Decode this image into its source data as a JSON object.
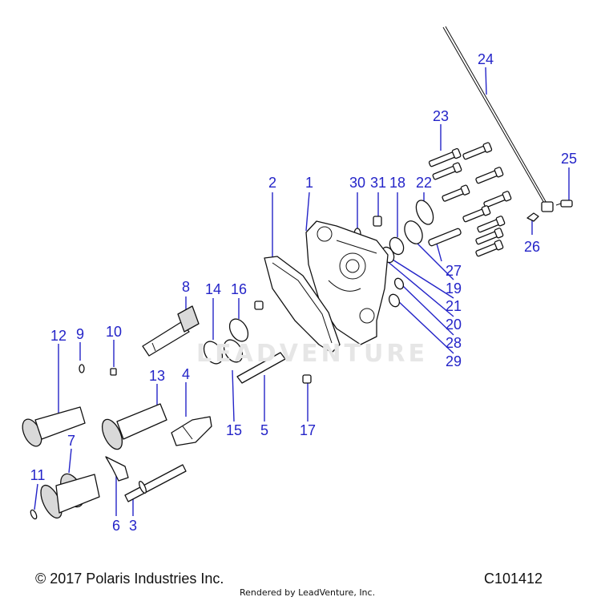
{
  "callouts": [
    {
      "id": "1",
      "label": "1"
    },
    {
      "id": "2",
      "label": "2"
    },
    {
      "id": "3",
      "label": "3"
    },
    {
      "id": "4",
      "label": "4"
    },
    {
      "id": "5",
      "label": "5"
    },
    {
      "id": "6",
      "label": "6"
    },
    {
      "id": "7",
      "label": "7"
    },
    {
      "id": "8",
      "label": "8"
    },
    {
      "id": "9",
      "label": "9"
    },
    {
      "id": "10",
      "label": "10"
    },
    {
      "id": "11",
      "label": "11"
    },
    {
      "id": "12",
      "label": "12"
    },
    {
      "id": "13",
      "label": "13"
    },
    {
      "id": "14",
      "label": "14"
    },
    {
      "id": "15",
      "label": "15"
    },
    {
      "id": "16",
      "label": "16"
    },
    {
      "id": "17",
      "label": "17"
    },
    {
      "id": "18",
      "label": "18"
    },
    {
      "id": "19",
      "label": "19"
    },
    {
      "id": "20",
      "label": "20"
    },
    {
      "id": "21",
      "label": "21"
    },
    {
      "id": "22",
      "label": "22"
    },
    {
      "id": "23",
      "label": "23"
    },
    {
      "id": "24",
      "label": "24"
    },
    {
      "id": "25",
      "label": "25"
    },
    {
      "id": "26",
      "label": "26"
    },
    {
      "id": "27",
      "label": "27"
    },
    {
      "id": "28",
      "label": "28"
    },
    {
      "id": "29",
      "label": "29"
    },
    {
      "id": "30",
      "label": "30"
    },
    {
      "id": "31",
      "label": "31"
    }
  ],
  "watermark": "LEADVENTURE",
  "footer": {
    "copyright": "© 2017 Polaris Industries Inc.",
    "drawing_number": "C101412",
    "rendered_by": "Rendered by LeadVenture, Inc."
  },
  "colors": {
    "callout": "#2424c8",
    "line": "#111111",
    "background": "#ffffff"
  }
}
